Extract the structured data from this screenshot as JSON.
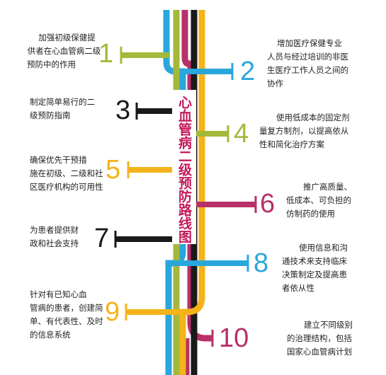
{
  "title": "心血管病二级预防路线图",
  "colors": {
    "olive": "#a4b83a",
    "cyan": "#29a7dc",
    "black": "#1a1a1a",
    "orange": "#f4b31a",
    "magenta": "#b83068"
  },
  "items": [
    {
      "num": "1",
      "text": "加强初级保健提供者在心血管病二级预防中的作用",
      "lines": [
        "加强初级保健提",
        "供者在心血管病二级",
        "预防中的作用"
      ]
    },
    {
      "num": "2",
      "text": "增加医疗保健专业人员与经过培训的非医生医疗工作人员之间的协作",
      "lines": [
        "增加医疗保健专业",
        "人员与经过培训的非医",
        "生医疗工作人员之间的",
        "协作"
      ]
    },
    {
      "num": "3",
      "text": "制定简单易行的二级预防指南",
      "lines": [
        "制定简单易行的二",
        "级预防指南"
      ]
    },
    {
      "num": "4",
      "text": "使用低成本的固定剂量复方制剂，以提高依从性和简化治疗方案",
      "lines": [
        "使用低成本的固定剂",
        "量复方制剂，以提高依从",
        "性和简化治疗方案"
      ]
    },
    {
      "num": "5",
      "text": "确保优先干预措施在初级、二级和社区医疗机构的可用性",
      "lines": [
        "确保优先干预措",
        "施在初级、二级和社",
        "区医疗机构的可用性"
      ]
    },
    {
      "num": "6",
      "text": "推广高质量、低成本、可负担的仿制药的使用",
      "lines": [
        "推广高质量、",
        "低成本、可负担的",
        "仿制药的使用"
      ]
    },
    {
      "num": "7",
      "text": "为患者提供财政和社会支持",
      "lines": [
        "为患者提供财",
        "政和社会支持"
      ]
    },
    {
      "num": "8",
      "text": "使用信息和沟通技术来支持临床决策制定及提高患者依从性",
      "lines": [
        "使用信息和沟",
        "通技术来支持临床",
        "决策制定及提高患",
        "者依从性"
      ]
    },
    {
      "num": "9",
      "text": "针对有已知心血管病的患者，创建简单、有代表性、及时的信息系统",
      "lines": [
        "针对有已知心血",
        "管病的患者，创建简",
        "单、有代表性、及时",
        "的信息系统"
      ]
    },
    {
      "num": "10",
      "text": "建立不同级别的治理结构，包括国家心血管病计划",
      "lines": [
        "建立不同级别",
        "的治理结构，包括",
        "国家心血管病计划"
      ]
    }
  ]
}
